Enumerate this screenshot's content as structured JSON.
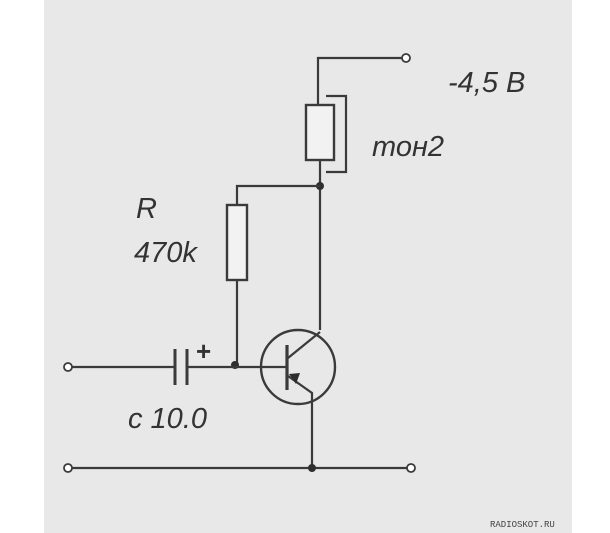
{
  "labels": {
    "supply": "-4,5 B",
    "earphone": "тон2",
    "resistor_name": "R",
    "resistor_value": "470k",
    "capacitor": "c 10.0",
    "polarity": "+"
  },
  "watermark": "RADIOSKOT.RU"
}
